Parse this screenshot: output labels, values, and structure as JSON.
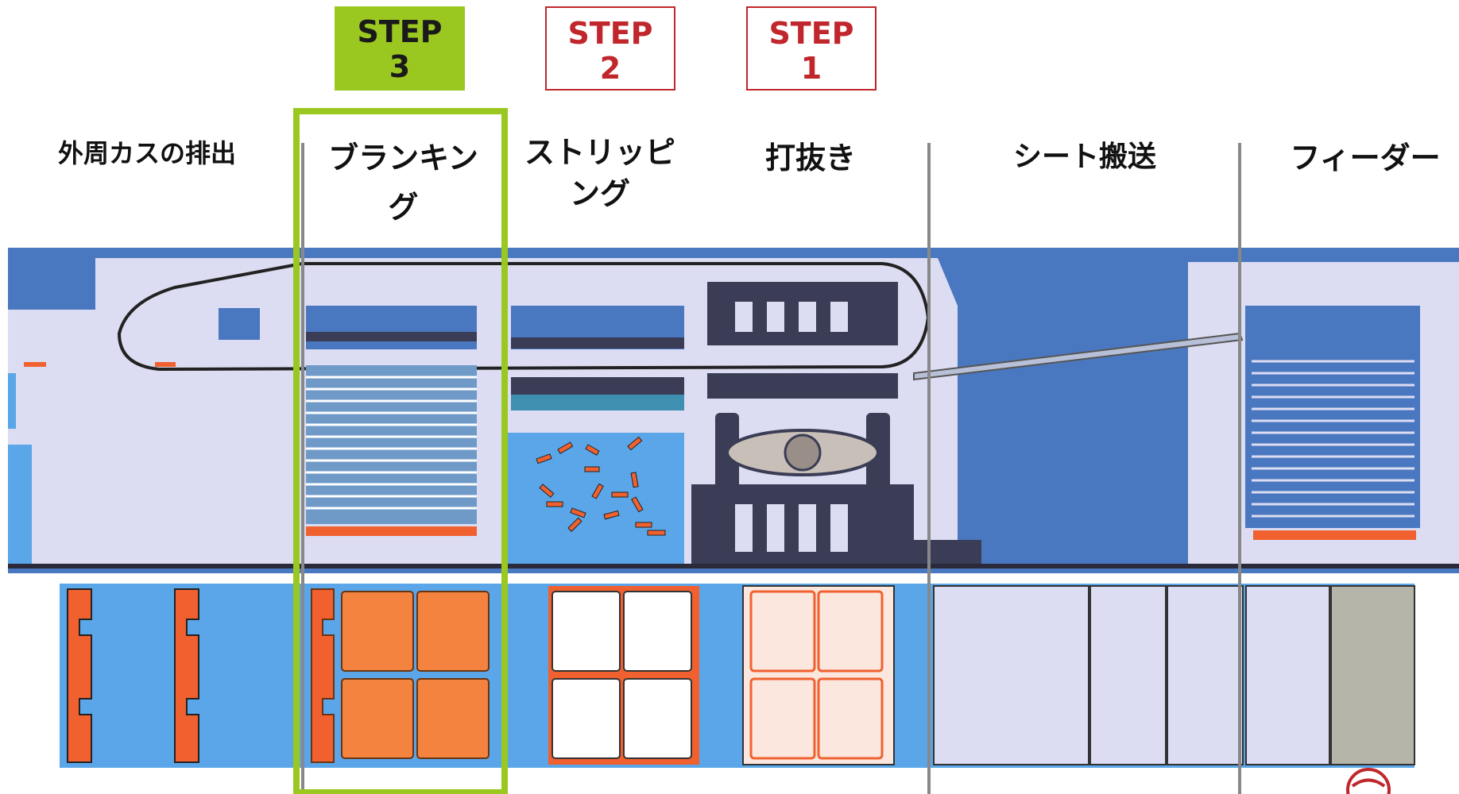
{
  "steps": [
    {
      "word": "STEP",
      "number": "3",
      "state": "active",
      "color": "#9bc820"
    },
    {
      "word": "STEP",
      "number": "2",
      "state": "inactive",
      "color": "#c0262b"
    },
    {
      "word": "STEP",
      "number": "1",
      "state": "inactive",
      "color": "#c0262b"
    }
  ],
  "sections": {
    "waste_ejection": "外周カスの排出",
    "blanking_line1": "ブランキン",
    "blanking_line2": "グ",
    "stripping_line1": "ストリッピ",
    "stripping_line2": "ング",
    "die_cutting": "打抜き",
    "sheet_transport": "シート搬送",
    "feeder": "フィーダー"
  },
  "colors": {
    "machine_body": "#dcdcf2",
    "machine_blue": "#4a78c0",
    "light_blue": "#5aa6e8",
    "scrap_orange": "#f0612f",
    "blank_orange": "#f4833f",
    "highlight_green": "#9bc820",
    "divider_gray": "#888888"
  }
}
